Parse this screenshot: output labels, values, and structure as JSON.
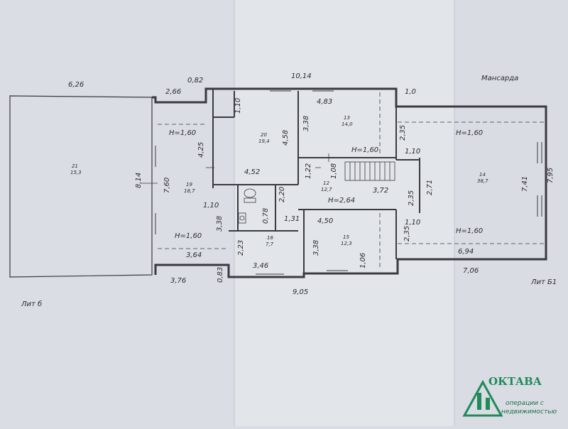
{
  "plan": {
    "floor_label": "Мансарда",
    "lit_left": "Лит б",
    "lit_right": "Лит Б1",
    "rooms": [
      {
        "num": "21",
        "area": "15,3"
      },
      {
        "num": "19",
        "area": "18,7"
      },
      {
        "num": "20",
        "area": "19,4"
      },
      {
        "num": "13",
        "area": "14,0"
      },
      {
        "num": "12",
        "area": "12,7"
      },
      {
        "num": "14",
        "area": "38,7"
      },
      {
        "num": "16",
        "area": "7,7"
      },
      {
        "num": "15",
        "area": "12,3"
      }
    ],
    "heights": [
      "H=1,60",
      "H=1,60",
      "H=1,60",
      "H=1,60",
      "H=1,60",
      "H=2,64"
    ],
    "dims": {
      "d626": "6,26",
      "d082": "0,82",
      "d266": "2,66",
      "d1014": "10,14",
      "d10": "1,0",
      "d110a": "1,10",
      "d458": "4,58",
      "d452": "4,52",
      "d483": "4,83",
      "d338a": "3,38",
      "d235a": "2,35",
      "d110b": "1,10",
      "d425": "4,25",
      "d814": "8,14",
      "d760": "7,60",
      "d110c": "1,10",
      "d338b": "3,38",
      "d364": "3,64",
      "d376": "3,76",
      "d083": "0,83",
      "d122": "1,22",
      "d108": "1,08",
      "d372": "3,72",
      "d235b": "2,35",
      "d271": "2,71",
      "d741": "7,41",
      "d795": "7,95",
      "d220": "2,20",
      "d078": "0,78",
      "d131": "1,31",
      "d450": "4,50",
      "d338c": "3,38",
      "d106": "1,06",
      "d223": "2,23",
      "d346": "3,46",
      "d905": "9,05",
      "d110d": "1,10",
      "d235c": "2,35",
      "d694": "6,94",
      "d706": "7,06"
    }
  },
  "logo": {
    "name": "ОКТАВА",
    "line1": "операции с",
    "line2": "недвижимостью"
  }
}
